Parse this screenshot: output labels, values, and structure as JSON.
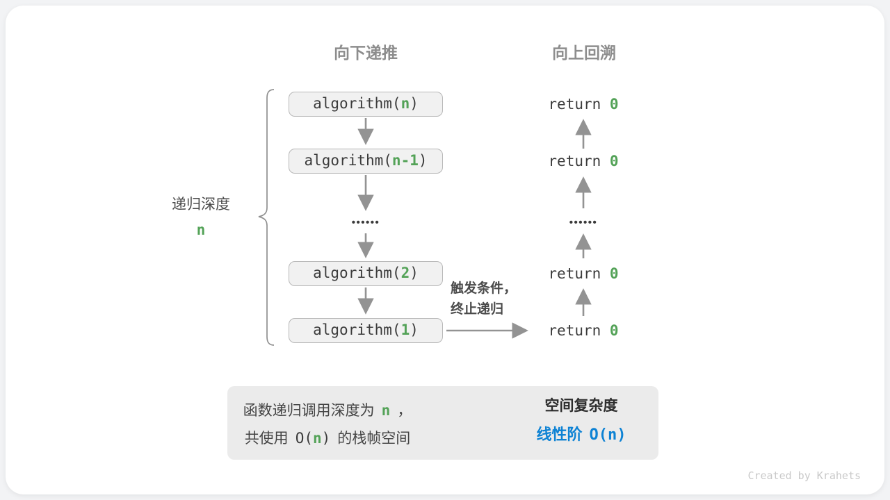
{
  "headers": {
    "downward": "向下递推",
    "upward": "向上回溯"
  },
  "depth_label": {
    "text": "递归深度",
    "value": "n"
  },
  "stack": {
    "boxes": [
      {
        "pre": "algorithm(",
        "arg": "n",
        "post": ")"
      },
      {
        "pre": "algorithm(",
        "arg": "n-1",
        "post": ")"
      },
      {
        "pre": "algorithm(",
        "arg": "2",
        "post": ")"
      },
      {
        "pre": "algorithm(",
        "arg": "1",
        "post": ")"
      }
    ],
    "ellipsis": "••••••"
  },
  "returns": {
    "rows": [
      {
        "pre": "return ",
        "val": "0"
      },
      {
        "pre": "return ",
        "val": "0"
      },
      {
        "pre": "return ",
        "val": "0"
      },
      {
        "pre": "return ",
        "val": "0"
      }
    ],
    "ellipsis": "••••••"
  },
  "base_case_note": {
    "line1": "触发条件，",
    "line2": "终止递归"
  },
  "summary": {
    "left": {
      "line1_pre": "函数递归调用深度为",
      "line1_code": "n",
      "line1_post": "，",
      "line2_pre": "共使用",
      "line2_code_open": "O(",
      "line2_code_arg": "n",
      "line2_code_close": ")",
      "line2_post": "的栈帧空间"
    },
    "right": {
      "title": "空间复杂度",
      "result_text": "线性阶",
      "result_code": "O(n)"
    }
  },
  "credit": "Created by Krahets",
  "colors": {
    "green": "#53a257",
    "blue": "#0d82d4",
    "arrow_gray": "#939393",
    "box_bg": "#f1f1f1",
    "box_border": "#b7b7b7",
    "summary_bg": "#ebebeb"
  }
}
